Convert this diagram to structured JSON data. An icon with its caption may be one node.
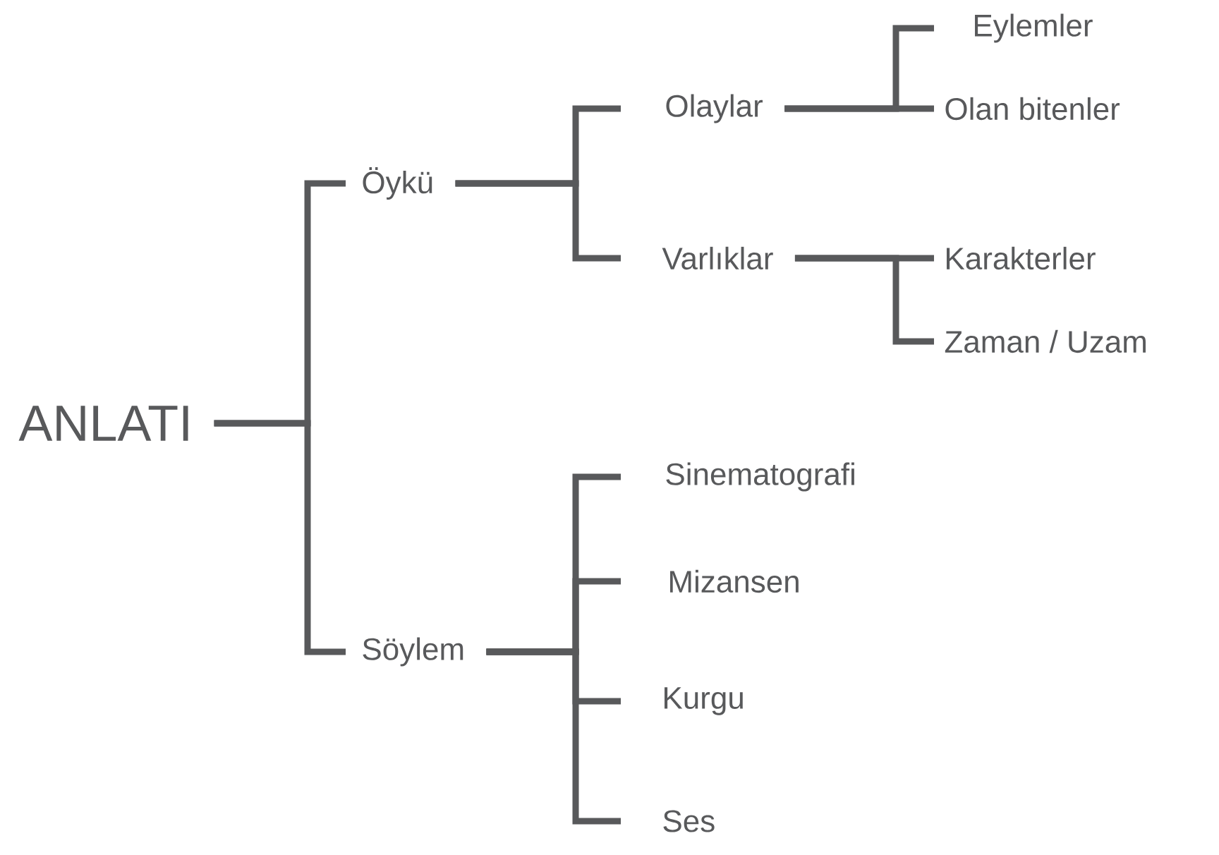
{
  "diagram": {
    "nodes": [
      {
        "text": [
          "ANLATI"
        ]
      },
      {
        "text": [
          "Öykü"
        ]
      },
      {
        "text": [
          "Söylem"
        ]
      },
      {
        "text": [
          "Olaylar"
        ]
      },
      {
        "text": [
          "Varlıklar"
        ]
      },
      {
        "text": [
          "Sinematografi"
        ]
      },
      {
        "text": [
          "Mizansen"
        ]
      },
      {
        "text": [
          "Kurgu"
        ]
      },
      {
        "text": [
          "Ses"
        ]
      },
      {
        "text": [
          "Eylemler"
        ]
      },
      {
        "text": [
          "Olan bitenler"
        ]
      },
      {
        "text": [
          "Karakterler"
        ]
      },
      {
        "text": [
          "Zaman / Uzam"
        ]
      }
    ],
    "edges": [
      {
        "from": 0,
        "to": 1,
        "arrow": "none"
      },
      {
        "from": 0,
        "to": 2,
        "arrow": "none"
      },
      {
        "from": 1,
        "to": 3,
        "arrow": "none"
      },
      {
        "from": 1,
        "to": 4,
        "arrow": "none"
      },
      {
        "from": 2,
        "to": 5,
        "arrow": "none"
      },
      {
        "from": 2,
        "to": 6,
        "arrow": "none"
      },
      {
        "from": 2,
        "to": 7,
        "arrow": "none"
      },
      {
        "from": 2,
        "to": 8,
        "arrow": "none"
      },
      {
        "from": 3,
        "to": 9,
        "arrow": "none"
      },
      {
        "from": 3,
        "to": 10,
        "arrow": "none"
      },
      {
        "from": 4,
        "to": 11,
        "arrow": "none"
      },
      {
        "from": 4,
        "to": 12,
        "arrow": "none"
      }
    ]
  }
}
